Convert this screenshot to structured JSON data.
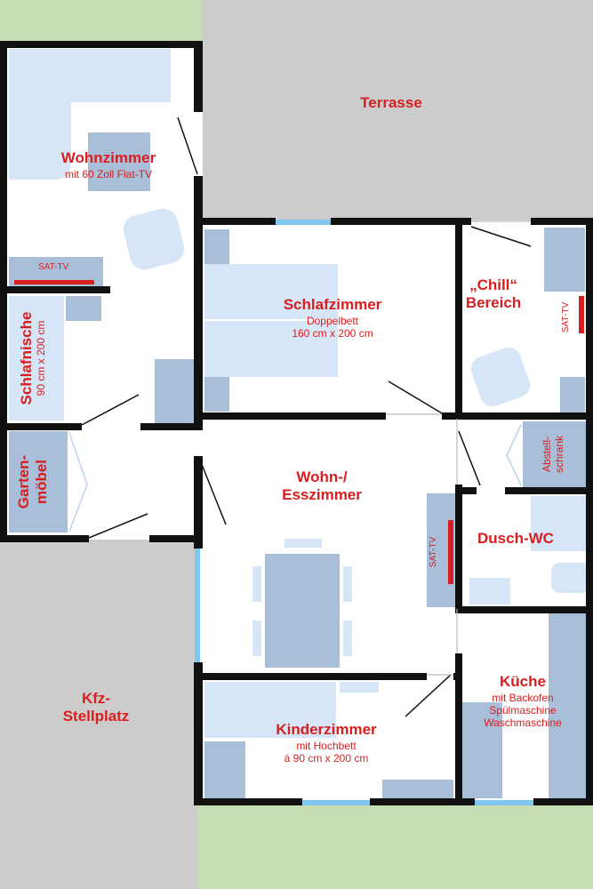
{
  "outdoor": {
    "terrace": "Terrasse",
    "parking_line1": "Kfz-",
    "parking_line2": "Stellplatz"
  },
  "rooms": {
    "living": {
      "name": "Wohnzimmer",
      "detail": "mit 60 Zoll Flat-TV",
      "tv": "SAT-TV"
    },
    "sleeping_niche": {
      "name": "Schlafnische",
      "detail": "90 cm x 200 cm"
    },
    "garden_furniture": {
      "line1": "Garten-",
      "line2": "möbel"
    },
    "bedroom": {
      "name": "Schlafzimmer",
      "detail1": "Doppelbett",
      "detail2": "160 cm x 200 cm"
    },
    "chill": {
      "line1": "„Chill“",
      "line2": "Bereich",
      "tv": "SAT-TV"
    },
    "storage": {
      "line1": "Abstell-",
      "line2": "schrank"
    },
    "dining": {
      "line1": "Wohn-/",
      "line2": "Esszimmer",
      "tv": "SAT-TV"
    },
    "shower": {
      "name": "Dusch-WC"
    },
    "kids": {
      "name": "Kinderzimmer",
      "detail1": "mit Hochbett",
      "detail2": "á 90 cm x 200 cm"
    },
    "kitchen": {
      "name": "Küche",
      "detail1": "mit Backofen",
      "detail2": "Spülmaschine",
      "detail3": "Waschmaschine"
    }
  },
  "colors": {
    "terrace_gray": "#cccccc",
    "grass_green": "#c5dcb4",
    "wall": "#111111",
    "furniture_light": "#d6e6f7",
    "furniture_mid": "#a9bfd9",
    "window": "#7fc7ee",
    "tv_red": "#d81e1e"
  }
}
